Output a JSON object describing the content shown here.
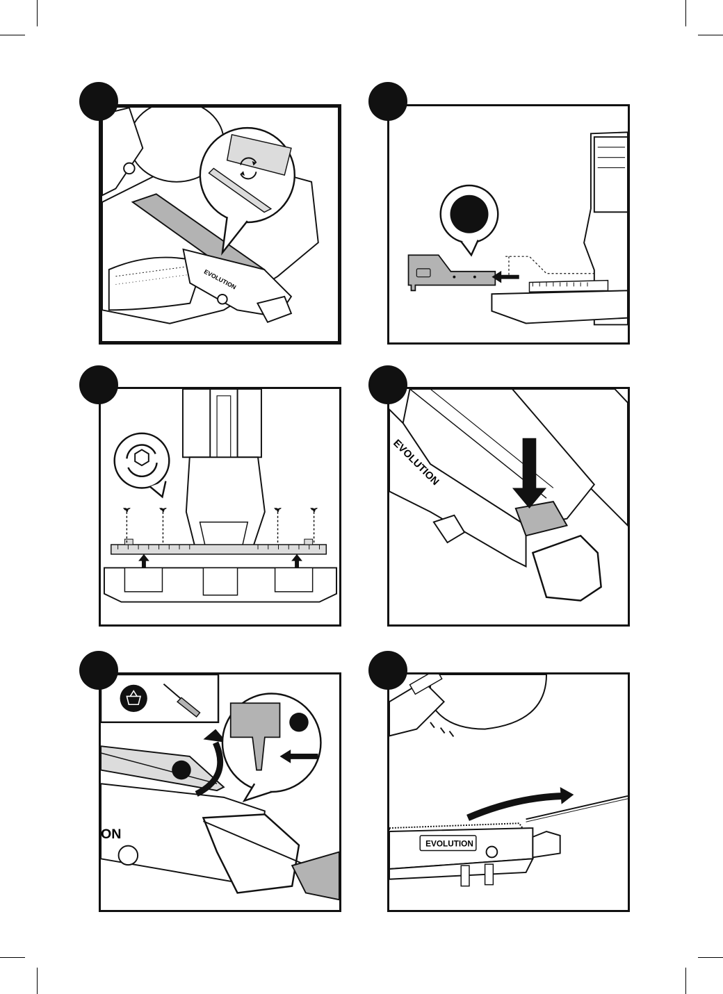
{
  "brand": {
    "logo_text": "EVOLUTION"
  },
  "colors": {
    "ink": "#111111",
    "grey_fill": "#b3b3b3",
    "light_grey": "#dcdcdc",
    "paper": "#ffffff"
  },
  "steps": [
    {
      "id": 1,
      "icons": [
        "rotate-arrows-icon",
        "sliding-table-insert"
      ]
    },
    {
      "id": 2,
      "icons": [
        "push-arrow-icon",
        "fence-extension"
      ]
    },
    {
      "id": 3,
      "icons": [
        "hex-rotate-icon",
        "screw-icon",
        "up-arrow-icon"
      ]
    },
    {
      "id": 4,
      "icons": [
        "down-arrow-icon",
        "handle-release"
      ]
    },
    {
      "id": 5,
      "icons": [
        "basket-icon",
        "screwdriver-icon",
        "curved-arrow-icon",
        "left-arrow-icon"
      ]
    },
    {
      "id": 6,
      "icons": [
        "slide-arrow-icon",
        "rail-insert"
      ]
    }
  ]
}
